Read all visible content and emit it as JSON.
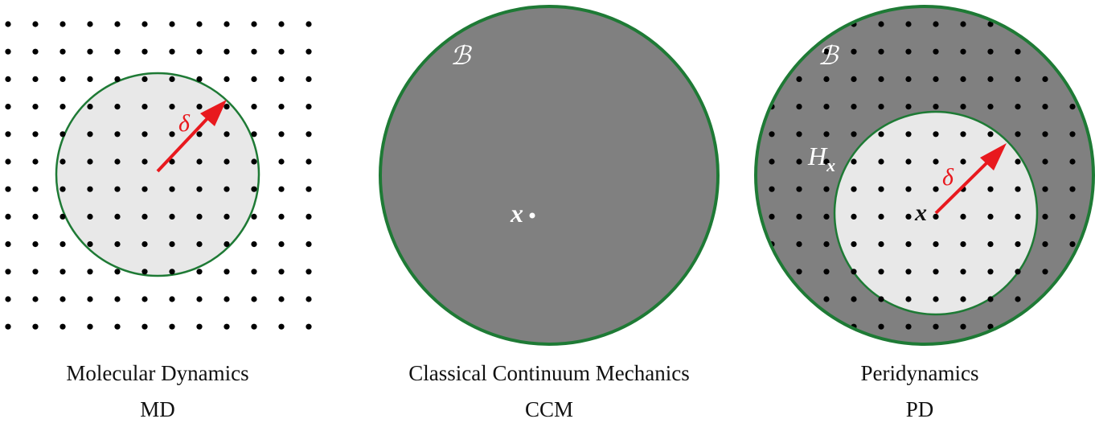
{
  "panels": [
    {
      "id": "md",
      "caption": "Molecular Dynamics",
      "abbreviation": "MD",
      "horizon_label": "δ"
    },
    {
      "id": "ccm",
      "caption": "Classical Continuum Mechanics",
      "abbreviation": "CCM",
      "body_label": "ℬ",
      "point_label": "x"
    },
    {
      "id": "pd",
      "caption": "Peridynamics",
      "abbreviation": "PD",
      "body_label": "ℬ",
      "neighborhood_label": "H",
      "neighborhood_subscript": "x",
      "point_label": "x",
      "horizon_label": "δ"
    }
  ],
  "colors": {
    "body_fill": "#808080",
    "neighborhood_fill": "#e8e8e8",
    "boundary": "#1e7a35",
    "particle": "#000000",
    "horizon_arrow": "#e8191e",
    "label_light": "#ffffff",
    "label_dark": "#111111"
  }
}
